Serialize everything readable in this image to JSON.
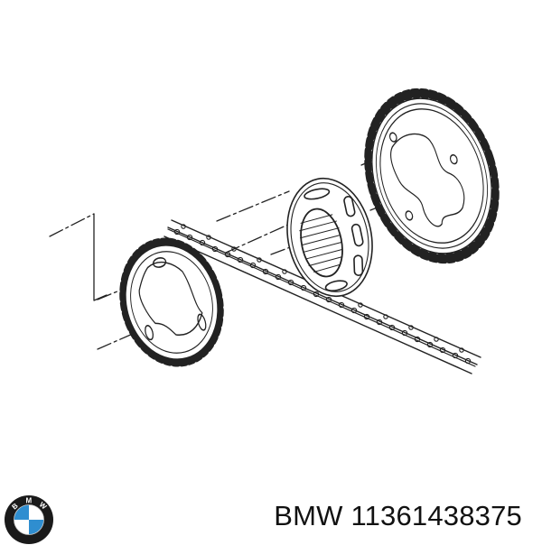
{
  "product": {
    "brand": "BMW",
    "part_number": "11361438375",
    "caption": "BMW 11361438375"
  },
  "logo": {
    "letters": [
      "B",
      "M",
      "W"
    ],
    "colors": {
      "ring": "#1a1a1a",
      "blue": "#2f8ed0",
      "white": "#ffffff",
      "letters": "#ffffff"
    }
  },
  "illustration": {
    "description": "Exploded technical line drawing: small sprocket, timing chain, splined hub, large sprocket",
    "parts": [
      "small-sprocket",
      "timing-chain",
      "splined-hub",
      "large-sprocket"
    ],
    "line_color": "#222222"
  }
}
